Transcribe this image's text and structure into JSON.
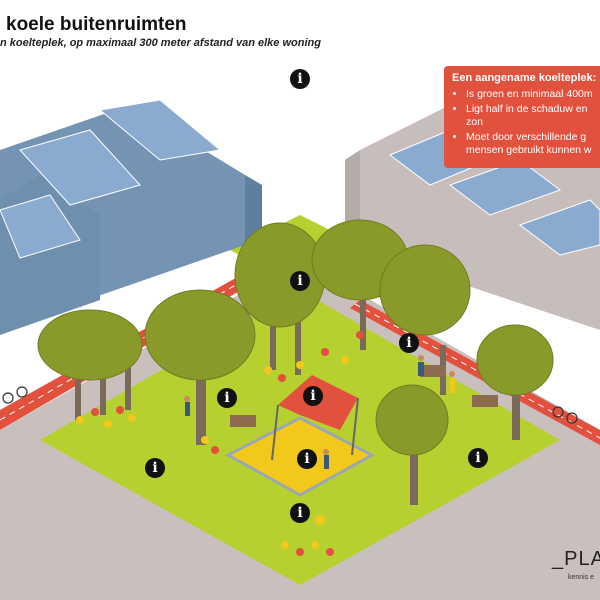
{
  "header": {
    "title": "koele buitenruimten",
    "subtitle": "n koelteplek, op maximaal 300 meter afstand van elke woning"
  },
  "infobox": {
    "heading": "Een aangename koelteplek:",
    "items": [
      "Is groen en minimaal 400m",
      "Ligt half in de schaduw en",
      "zon",
      "Moet door verschillende g",
      "mensen gebruikt kunnen w"
    ]
  },
  "info_marker_glyph": "i",
  "logo": {
    "mark": "_PLA",
    "tagline": "kennis e"
  },
  "colors": {
    "grass": "#b6d12f",
    "pavement": "#c9bfbc",
    "bike_path": "#e2513d",
    "building_blue": "#7594b3",
    "building_grey": "#c7bdba",
    "solar_panel": "#8aaad0",
    "tree_canopy": "#8a9a2a",
    "tree_trunk": "#7a6a5a",
    "sandbox": "#f2c81a",
    "shade_sail": "#e2513d",
    "info_box": "#e2513d"
  }
}
